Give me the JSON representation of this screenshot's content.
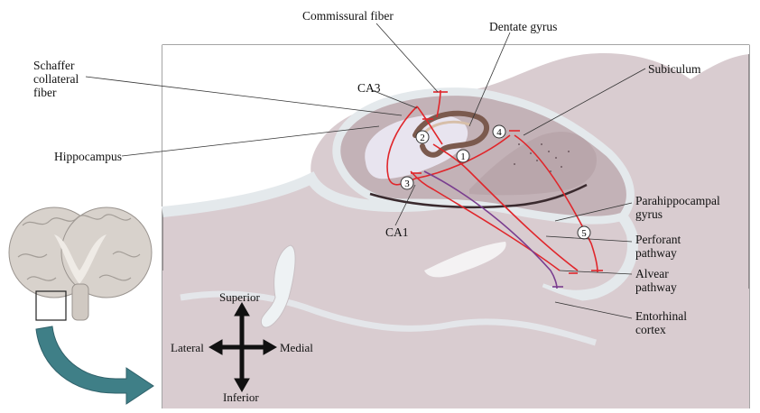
{
  "labels": {
    "commissural_fiber": "Commissural fiber",
    "dentate_gyrus": "Dentate gyrus",
    "schaffer_line1": "Schaffer",
    "schaffer_line2": "collateral",
    "schaffer_line3": "fiber",
    "ca3": "CA3",
    "subiculum": "Subiculum",
    "hippocampus": "Hippocampus",
    "ca1": "CA1",
    "parahippocampal_line1": "Parahippocampal",
    "parahippocampal_line2": "gyrus",
    "perforant_line1": "Perforant",
    "perforant_line2": "pathway",
    "alvear_line1": "Alvear",
    "alvear_line2": "pathway",
    "entorhinal_line1": "Entorhinal",
    "entorhinal_line2": "cortex"
  },
  "orientation": {
    "superior": "Superior",
    "inferior": "Inferior",
    "lateral": "Lateral",
    "medial": "Medial"
  },
  "step_markers": [
    "1",
    "2",
    "3",
    "4",
    "5"
  ],
  "colors": {
    "tissue": "#d9ccd0",
    "tissue_dark": "#c3b2b7",
    "white_matter": "#e4e9ec",
    "dentate": "#7b5a4e",
    "pathway_red": "#e0262b",
    "pathway_purple": "#7a3d8f",
    "arrow_teal": "#3f7f87",
    "border": "#4a4a4a"
  }
}
